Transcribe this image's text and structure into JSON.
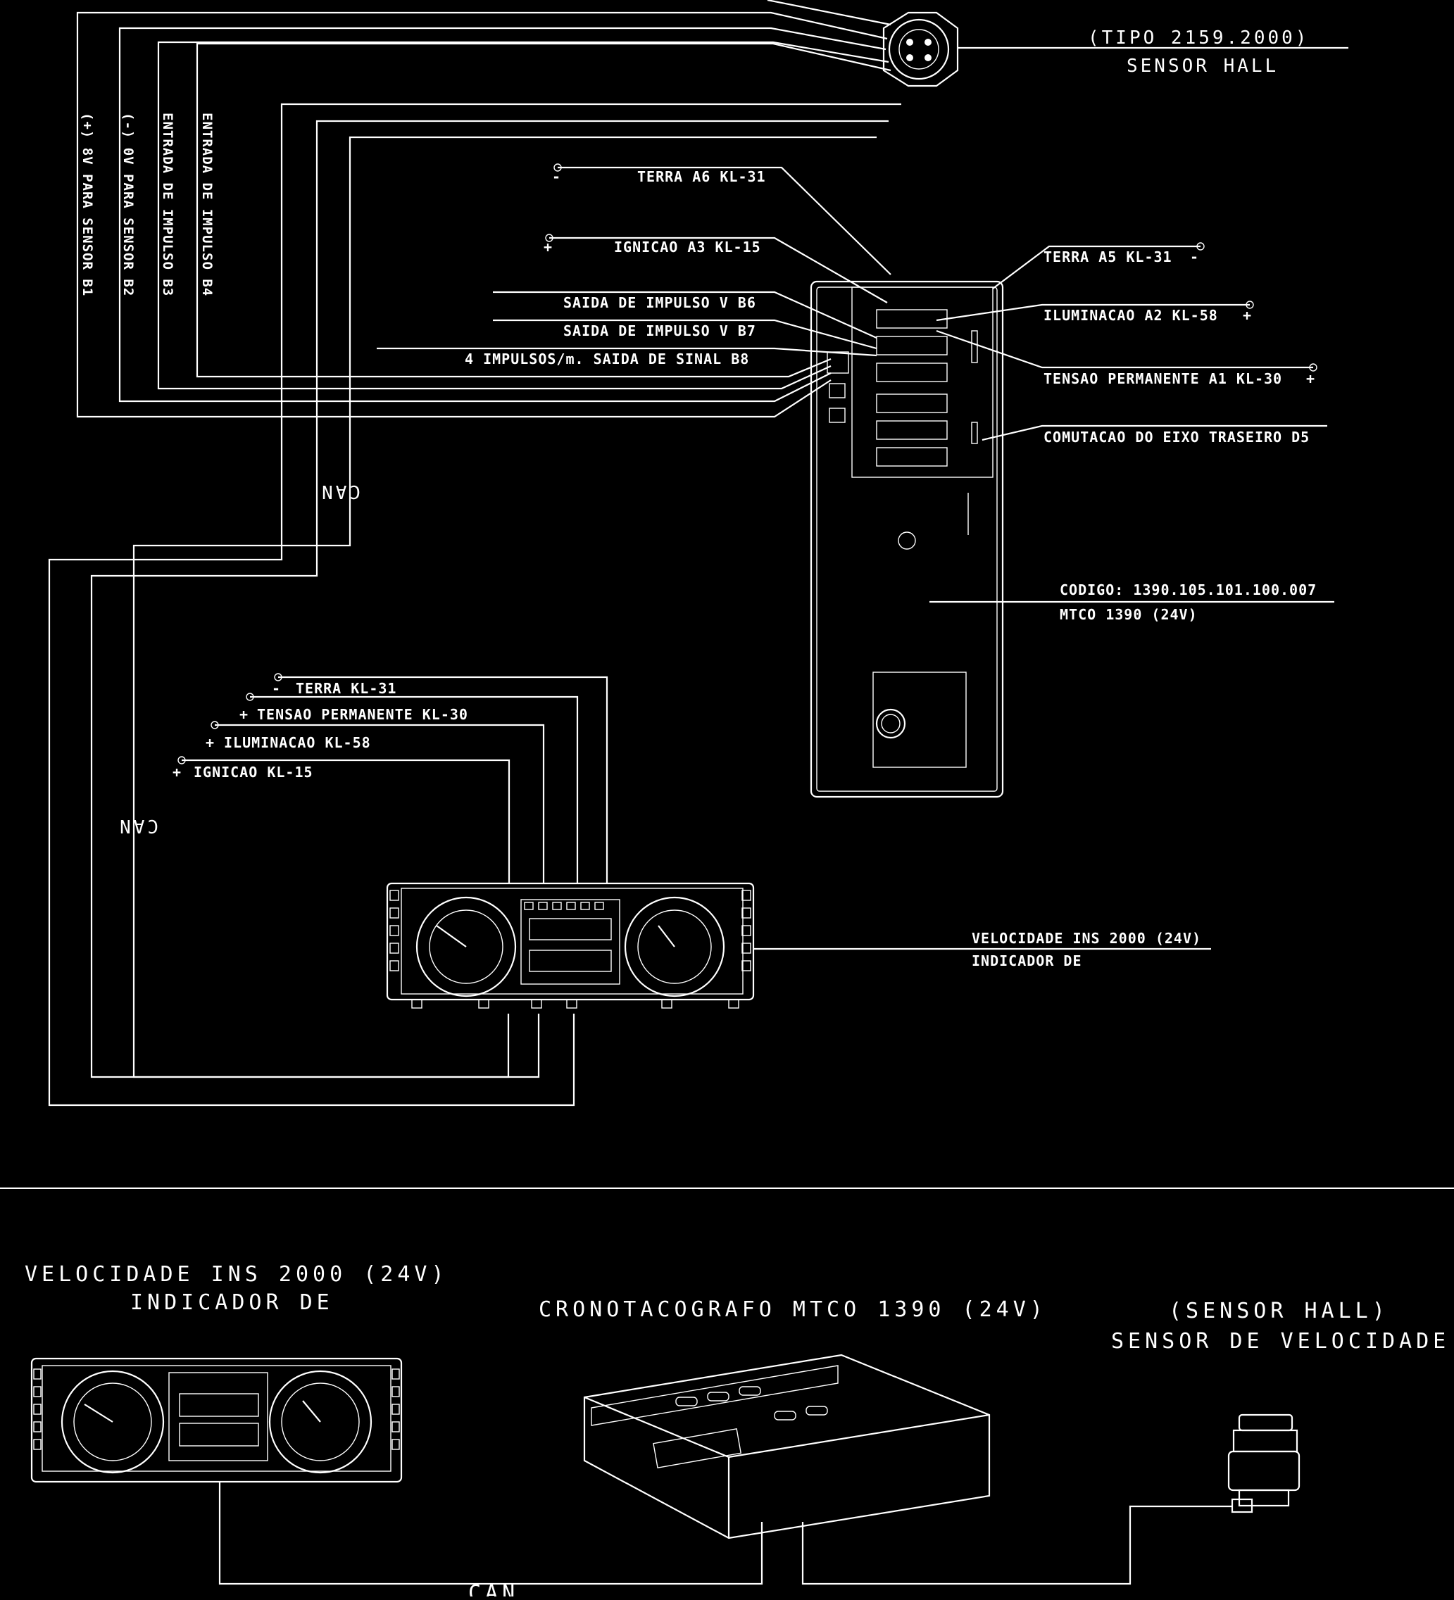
{
  "colors": {
    "background": "#000000",
    "line": "#ffffff"
  },
  "hall_sensor": {
    "title": "SENSOR HALL",
    "type": "(TIPO 2159.2000)",
    "wires": [
      "(+) 8V PARA SENSOR B1",
      "(-) 0V PARA SENSOR B2",
      "ENTRADA DE IMPULSO B3",
      "ENTRADA DE IMPULSO B4"
    ]
  },
  "tachograph": {
    "name": "MTCO 1390 (24V)",
    "code": "CODIGO: 1390.105.101.100.007",
    "pins_left": [
      {
        "sign": "-",
        "label": "TERRA A6 KL-31"
      },
      {
        "sign": "+",
        "label": "IGNICAO A3 KL-15"
      },
      {
        "sign": "",
        "label": "SAIDA DE IMPULSO V B6"
      },
      {
        "sign": "",
        "label": "SAIDA DE IMPULSO V B7"
      },
      {
        "sign": "",
        "label": "4 IMPULSOS/m. SAIDA DE SINAL B8"
      }
    ],
    "pins_right": [
      {
        "sign": "-",
        "label": "TERRA A5 KL-31"
      },
      {
        "sign": "+",
        "label": "ILUMINACAO A2 KL-58"
      },
      {
        "sign": "+",
        "label": "TENSAO PERMANENTE A1 KL-30"
      },
      {
        "sign": "",
        "label": "COMUTACAO DO EIXO TRASEIRO D5"
      }
    ]
  },
  "can_label": "CAN",
  "speed_indicator": {
    "name_line1": "INDICADOR DE",
    "name_line2": "VELOCIDADE INS 2000 (24V)",
    "pins": [
      {
        "sign": "-",
        "label": "TERRA KL-31"
      },
      {
        "sign": "+",
        "label": "TENSAO PERMANENTE KL-30"
      },
      {
        "sign": "+",
        "label": "ILUMINACAO KL-58"
      },
      {
        "sign": "+",
        "label": "IGNICAO KL-15"
      }
    ]
  },
  "overview": {
    "indicator_line1": "INDICADOR DE",
    "indicator_line2": "VELOCIDADE INS 2000 (24V)",
    "tachograph": "CRONOTACOGRAFO MTCO 1390 (24V)",
    "sensor_line1": "SENSOR DE VELOCIDADE",
    "sensor_line2": "(SENSOR HALL)",
    "can": "CAN"
  }
}
